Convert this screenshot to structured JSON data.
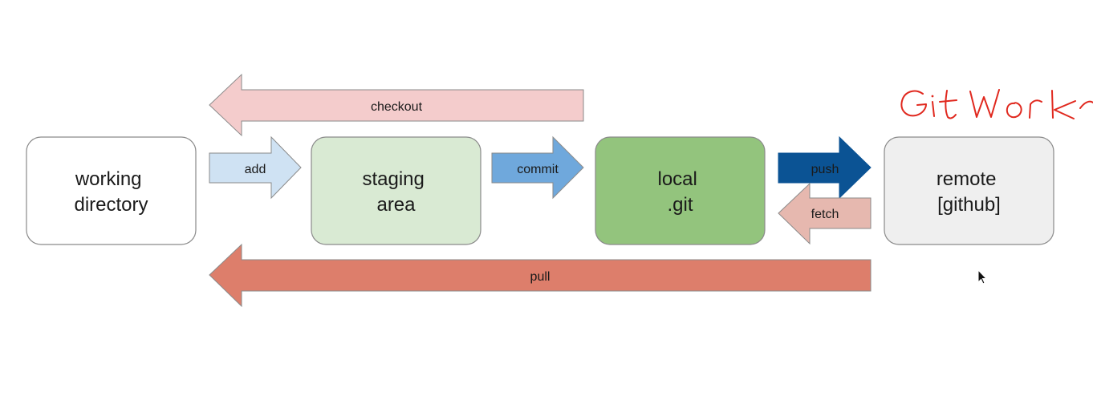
{
  "nodes": {
    "working_directory": {
      "line1": "working",
      "line2": "directory"
    },
    "staging_area": {
      "line1": "staging",
      "line2": "area"
    },
    "local_git": {
      "line1": "local",
      "line2": ".git"
    },
    "remote": {
      "line1": "remote",
      "line2": "[github]"
    }
  },
  "arrows": {
    "checkout": "checkout",
    "add": "add",
    "commit": "commit",
    "push": "push",
    "fetch": "fetch",
    "pull": "pull"
  },
  "annotation": {
    "text": "Git Work",
    "description": "handwritten red annotation, partially cut off at right edge"
  },
  "colors": {
    "working_directory_fill": "#ffffff",
    "staging_area_fill": "#d9ead3",
    "local_git_fill": "#93c47d",
    "remote_fill": "#efefef",
    "checkout_fill": "#f4cccc",
    "add_fill": "#cfe2f3",
    "commit_fill": "#6fa8dc",
    "push_fill": "#0b5394",
    "fetch_fill": "#e6b8af",
    "pull_fill": "#dd7e6b",
    "annotation_ink": "#e0281e"
  }
}
